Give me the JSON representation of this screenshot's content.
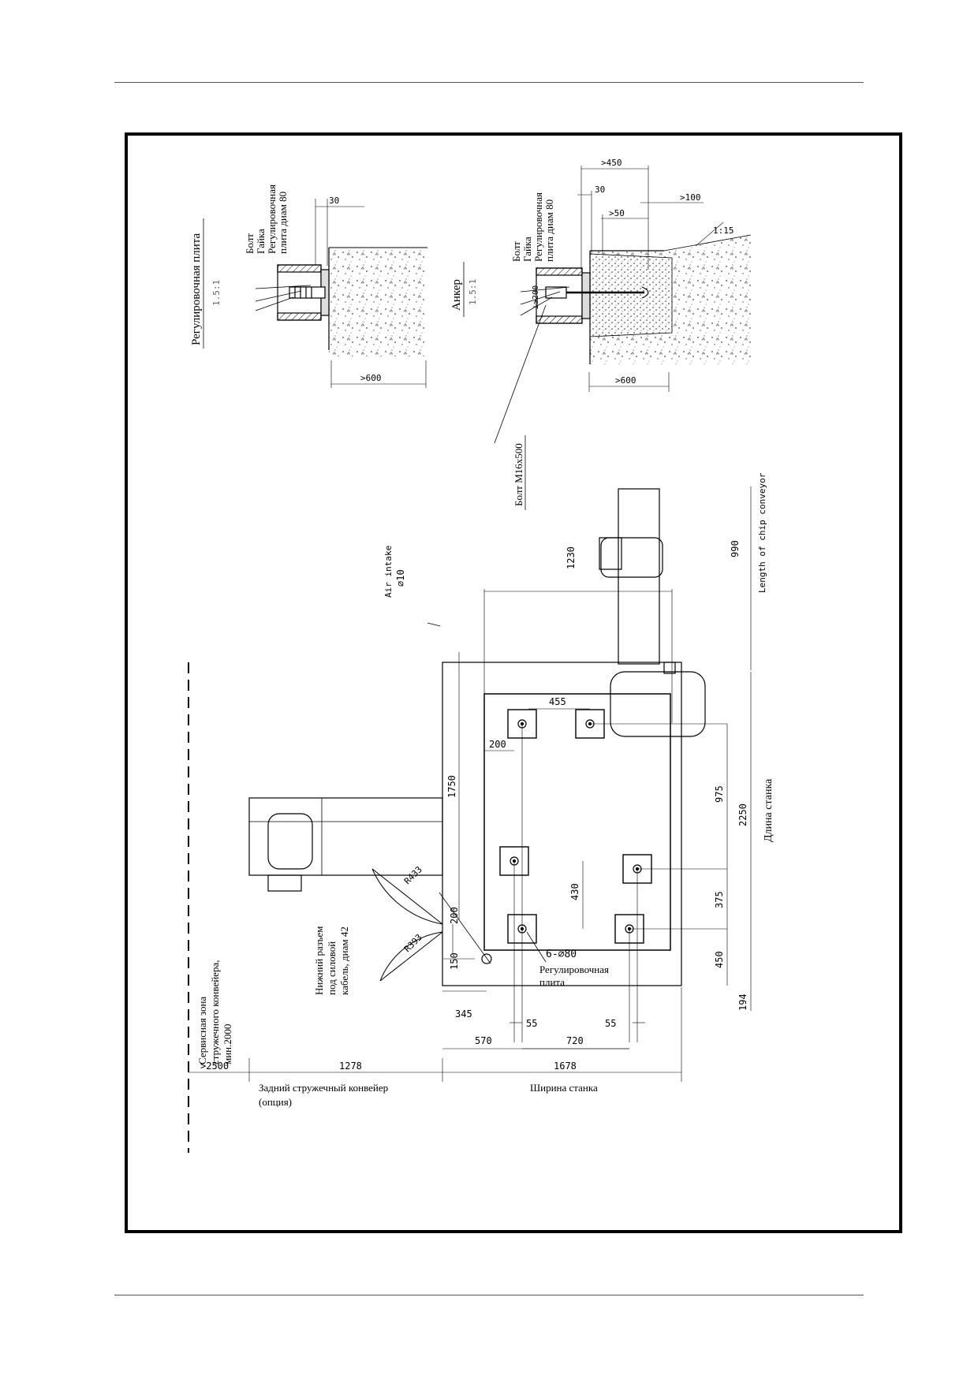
{
  "drawing": {
    "adj_plate_detail": {
      "title": "Регулировочная плита",
      "scale": "1.5:1",
      "label_bolt": "Болт",
      "label_nut": "Гайка",
      "label_plate_1": "Регулировочная",
      "label_plate_2": "плита диам 80",
      "dim_30": "30",
      "dim_width": ">600"
    },
    "anchor_detail": {
      "title": "Анкер",
      "scale": "1.5:1",
      "label_bolt": "Болт",
      "label_nut": "Гайка",
      "label_plate_1": "Регулировочная",
      "label_plate_2": "плита диам 80",
      "dim_450": ">450",
      "dim_30": "30",
      "dim_100": ">100",
      "dim_50": ">50",
      "dim_slope": "1:15",
      "dim_200": "⊥≥200",
      "dim_width": ">600",
      "bolt_spec": "Болт M16x500"
    },
    "plan": {
      "air_intake": "Air intake",
      "air_dia": "⌀10",
      "dim_1230": "1230",
      "dim_990": "990",
      "length_chip_conveyor": "Length of chip conveyor",
      "dim_455": "455",
      "dim_200_top": "200",
      "dim_1750": "1750",
      "dim_975": "975",
      "dim_2250": "2250",
      "machine_length": "Длина станка",
      "dim_430": "430",
      "dim_375": "375",
      "dim_450": "450",
      "dim_200_bottom": "200",
      "dim_150": "150",
      "dim_194": "194",
      "holes": "6-⌀80",
      "adj_plate_1": "Регулировочная",
      "adj_plate_2": "плита",
      "door_r433": "R433",
      "door_r393": "R393",
      "cable_1": "Нижний разъем",
      "cable_2": "под силовой",
      "cable_3": "кабель, диам 42",
      "service_1": "Сервисная зона",
      "service_2": "стружечного конвейера,",
      "service_3": "мин.2000",
      "dim_345": "345",
      "dim_55_left": "55",
      "dim_55_right": "55",
      "dim_570": "570",
      "dim_720": "720",
      "dim_2500": ">2500",
      "dim_1278": "1278",
      "dim_1678": "1678",
      "rear_conveyor_1": "Задний стружечный конвейер",
      "rear_conveyor_2": "(опция)",
      "machine_width": "Ширина станка"
    }
  }
}
